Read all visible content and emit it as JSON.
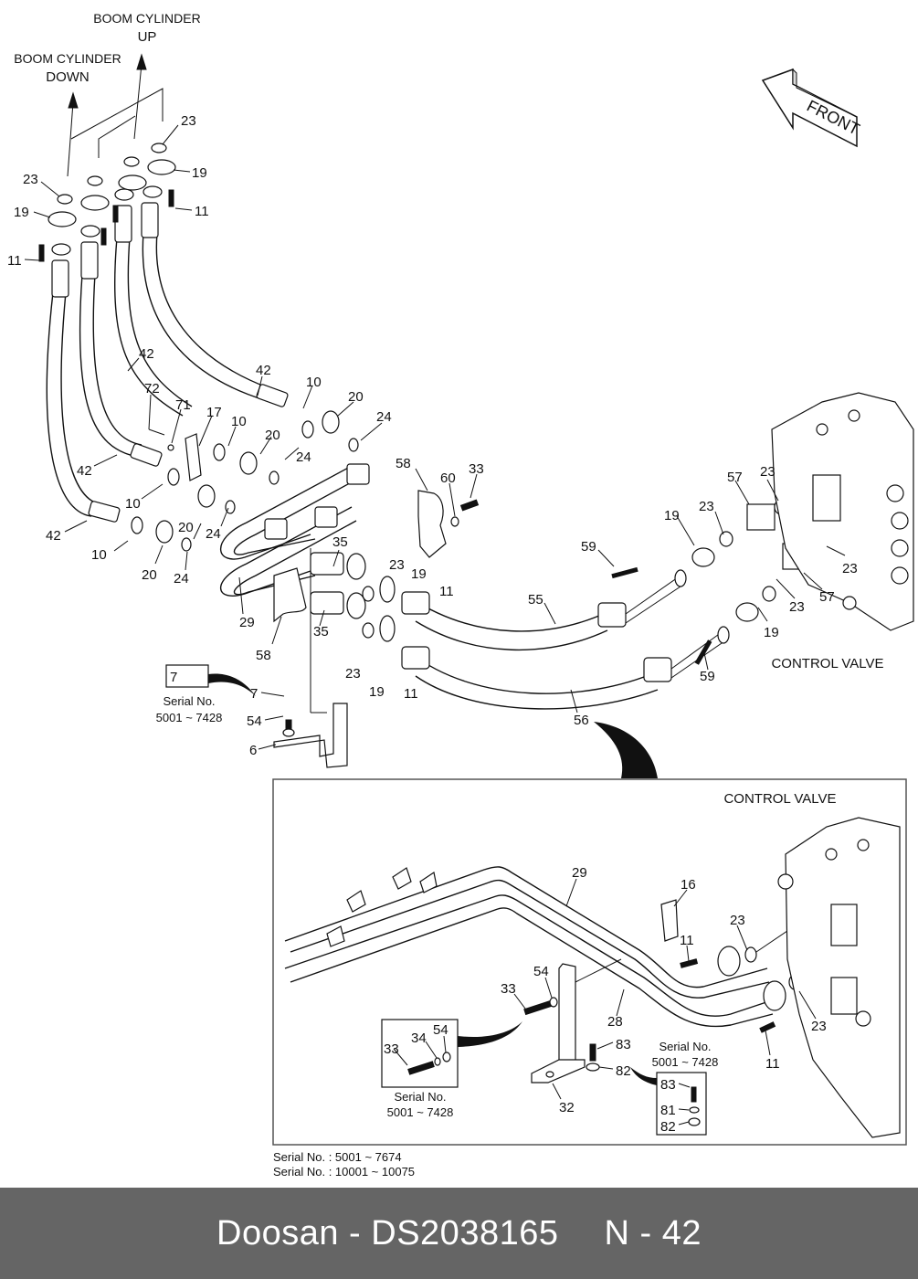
{
  "diagram": {
    "direction_labels": {
      "boom_up_line1": "BOOM CYLINDER",
      "boom_up_line2": "UP",
      "boom_down_line1": "BOOM CYLINDER",
      "boom_down_line2": "DOWN",
      "front": "FRONT",
      "control_valve_main": "CONTROL VALVE",
      "control_valve_inset": "CONTROL VALVE"
    },
    "callouts_main": [
      {
        "id": "c23a",
        "text": "23"
      },
      {
        "id": "c19a",
        "text": "19"
      },
      {
        "id": "c11a",
        "text": "11"
      },
      {
        "id": "c23b",
        "text": "23"
      },
      {
        "id": "c19b",
        "text": "19"
      },
      {
        "id": "c11b",
        "text": "11"
      },
      {
        "id": "c42a",
        "text": "42"
      },
      {
        "id": "c42b",
        "text": "42"
      },
      {
        "id": "c42c",
        "text": "42"
      },
      {
        "id": "c42d",
        "text": "42"
      },
      {
        "id": "c72",
        "text": "72"
      },
      {
        "id": "c71",
        "text": "71"
      },
      {
        "id": "c17",
        "text": "17"
      },
      {
        "id": "c10a",
        "text": "10"
      },
      {
        "id": "c10b",
        "text": "10"
      },
      {
        "id": "c10c",
        "text": "10"
      },
      {
        "id": "c10d",
        "text": "10"
      },
      {
        "id": "c20a",
        "text": "20"
      },
      {
        "id": "c20b",
        "text": "20"
      },
      {
        "id": "c20c",
        "text": "20"
      },
      {
        "id": "c20d",
        "text": "20"
      },
      {
        "id": "c24a",
        "text": "24"
      },
      {
        "id": "c24b",
        "text": "24"
      },
      {
        "id": "c24c",
        "text": "24"
      },
      {
        "id": "c24d",
        "text": "24"
      },
      {
        "id": "c58a",
        "text": "58"
      },
      {
        "id": "c60",
        "text": "60"
      },
      {
        "id": "c33a",
        "text": "33"
      },
      {
        "id": "c35a",
        "text": "35"
      },
      {
        "id": "c35b",
        "text": "35"
      },
      {
        "id": "c29a",
        "text": "29"
      },
      {
        "id": "c58b",
        "text": "58"
      },
      {
        "id": "c23c",
        "text": "23"
      },
      {
        "id": "c19c",
        "text": "19"
      },
      {
        "id": "c11c",
        "text": "11"
      },
      {
        "id": "c23d",
        "text": "23"
      },
      {
        "id": "c19d",
        "text": "19"
      },
      {
        "id": "c11d",
        "text": "11"
      },
      {
        "id": "c55",
        "text": "55"
      },
      {
        "id": "c56",
        "text": "56"
      },
      {
        "id": "c59a",
        "text": "59"
      },
      {
        "id": "c59b",
        "text": "59"
      },
      {
        "id": "c19e",
        "text": "19"
      },
      {
        "id": "c23e",
        "text": "23"
      },
      {
        "id": "c57a",
        "text": "57"
      },
      {
        "id": "c23f",
        "text": "23"
      },
      {
        "id": "c23g",
        "text": "23"
      },
      {
        "id": "c23h",
        "text": "23"
      },
      {
        "id": "c57b",
        "text": "57"
      },
      {
        "id": "c19f",
        "text": "19"
      },
      {
        "id": "c7a",
        "text": "7"
      },
      {
        "id": "c7b",
        "text": "7"
      },
      {
        "id": "c54a",
        "text": "54"
      },
      {
        "id": "c6",
        "text": "6"
      }
    ],
    "callouts_inset": [
      {
        "id": "i29",
        "text": "29"
      },
      {
        "id": "i16",
        "text": "16"
      },
      {
        "id": "i11a",
        "text": "11"
      },
      {
        "id": "i23a",
        "text": "23"
      },
      {
        "id": "i23b",
        "text": "23"
      },
      {
        "id": "i11b",
        "text": "11"
      },
      {
        "id": "i54",
        "text": "54"
      },
      {
        "id": "i33",
        "text": "33"
      },
      {
        "id": "i28",
        "text": "28"
      },
      {
        "id": "i83",
        "text": "83"
      },
      {
        "id": "i82",
        "text": "82"
      },
      {
        "id": "i32",
        "text": "32"
      },
      {
        "id": "i33b",
        "text": "33"
      },
      {
        "id": "i34",
        "text": "34"
      },
      {
        "id": "i54b",
        "text": "54"
      },
      {
        "id": "i83b",
        "text": "83"
      },
      {
        "id": "i81",
        "text": "81"
      },
      {
        "id": "i82b",
        "text": "82"
      }
    ],
    "serial_notes": {
      "detail_7_label": "Serial No.",
      "detail_7_range": "5001 ~ 7428",
      "detail_33_label": "Serial No.",
      "detail_33_range": "5001 ~ 7428",
      "detail_83_label": "Serial No.",
      "detail_83_range": "5001 ~ 7428"
    },
    "applicability": [
      "Serial No. : 5001 ~ 7674",
      "Serial No. : 10001 ~ 10075"
    ]
  },
  "footer": {
    "brand_part": "Doosan - DS2038165",
    "page_ref": "N - 42"
  }
}
